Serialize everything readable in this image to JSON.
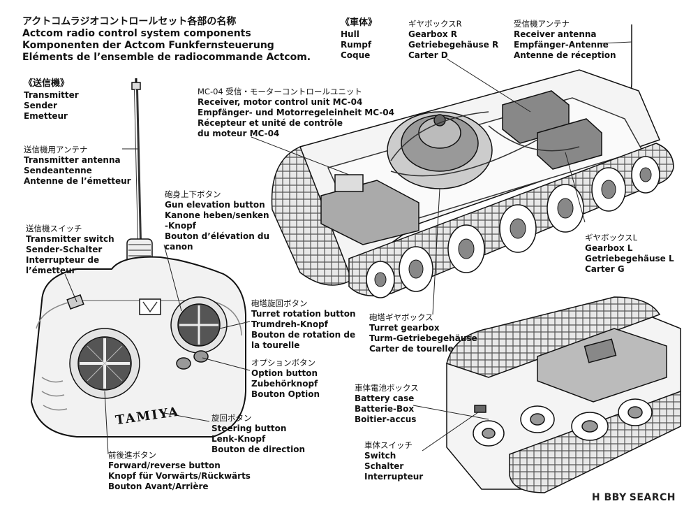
{
  "header": {
    "jp": "アクトコムラジオコントロールセット各部の名称",
    "en": "Actcom radio control system components",
    "de": "Komponenten der Actcom Funkfernsteuerung",
    "fr": "Eléments de l’ensemble de radiocommande Actcom."
  },
  "hull": {
    "jp": "《車体》",
    "en": "Hull",
    "de": "Rumpf",
    "fr": "Coque"
  },
  "gearbox_r": {
    "jp": "ギヤボックスR",
    "en": "Gearbox R",
    "de": "Getriebegehäuse R",
    "fr": "Carter D"
  },
  "receiver_antenna": {
    "jp": "受信機アンテナ",
    "en": "Receiver antenna",
    "de": "Empfänger-Antenne",
    "fr": "Antenne de réception"
  },
  "transmitter": {
    "jp": "《送信機》",
    "en": "Transmitter",
    "de": "Sender",
    "fr": "Emetteur"
  },
  "mc04": {
    "jp": "MC-04 受信・モーターコントロールユニット",
    "en": "Receiver, motor control unit MC-04",
    "de": "Empfänger- und Motorregeleinheit MC-04",
    "fr1": "Récepteur et unité de contrôle",
    "fr2": "du moteur MC-04"
  },
  "transmitter_antenna": {
    "jp": "送信機用アンテナ",
    "en": "Transmitter antenna",
    "de": "Sendeantenne",
    "fr": "Antenne de l’émetteur"
  },
  "gun_elevation": {
    "jp": "砲身上下ボタン",
    "en": "Gun elevation button",
    "de1": "Kanone heben/senken",
    "de2": "-Knopf",
    "fr1": "Bouton d’élévation du",
    "fr2": "canon"
  },
  "transmitter_switch": {
    "jp": "送信機スイッチ",
    "en": "Transmitter switch",
    "de": "Sender-Schalter",
    "fr1": "Interrupteur de",
    "fr2": "l’émetteur"
  },
  "gearbox_l": {
    "jp": "ギヤボックスL",
    "en": "Gearbox L",
    "de": "Getriebegehäuse L",
    "fr": "Carter G"
  },
  "turret_rotation": {
    "jp": "砲塔旋回ボタン",
    "en": "Turret rotation button",
    "de": "Trumdreh-Knopf",
    "fr1": "Bouton de rotation de",
    "fr2": "la tourelle"
  },
  "turret_gearbox": {
    "jp": "砲塔ギヤボックス",
    "en": "Turret gearbox",
    "de": "Turm-Getriebegehäuse",
    "fr": "Carter de tourelle"
  },
  "option_button": {
    "jp": "オプションボタン",
    "en": "Option button",
    "de": "Zubehörknopf",
    "fr": "Bouton Option"
  },
  "battery_case": {
    "jp": "車体電池ボックス",
    "en": "Battery case",
    "de": "Batterie-Box",
    "fr": "Boitier-accus"
  },
  "steering_button": {
    "jp": "旋回ボタン",
    "en": "Steering button",
    "de": "Lenk-Knopf",
    "fr": "Bouton de direction"
  },
  "hull_switch": {
    "jp": "車体スイッチ",
    "en": "Switch",
    "de": "Schalter",
    "fr": "Interrupteur"
  },
  "forward_reverse": {
    "jp": "前後進ボタン",
    "en": "Forward/reverse button",
    "de": "Knopf für Vorwärts/Rückwärts",
    "fr": "Bouton Avant/Arrière"
  },
  "device_brand": "TAMIYA",
  "watermark": {
    "logo": "H BBY",
    "text": "SEARCH"
  },
  "icons": [
    "transmitter-drawing",
    "tank-chassis-drawing",
    "tank-underside-drawing",
    "tamiya-star-logo"
  ]
}
